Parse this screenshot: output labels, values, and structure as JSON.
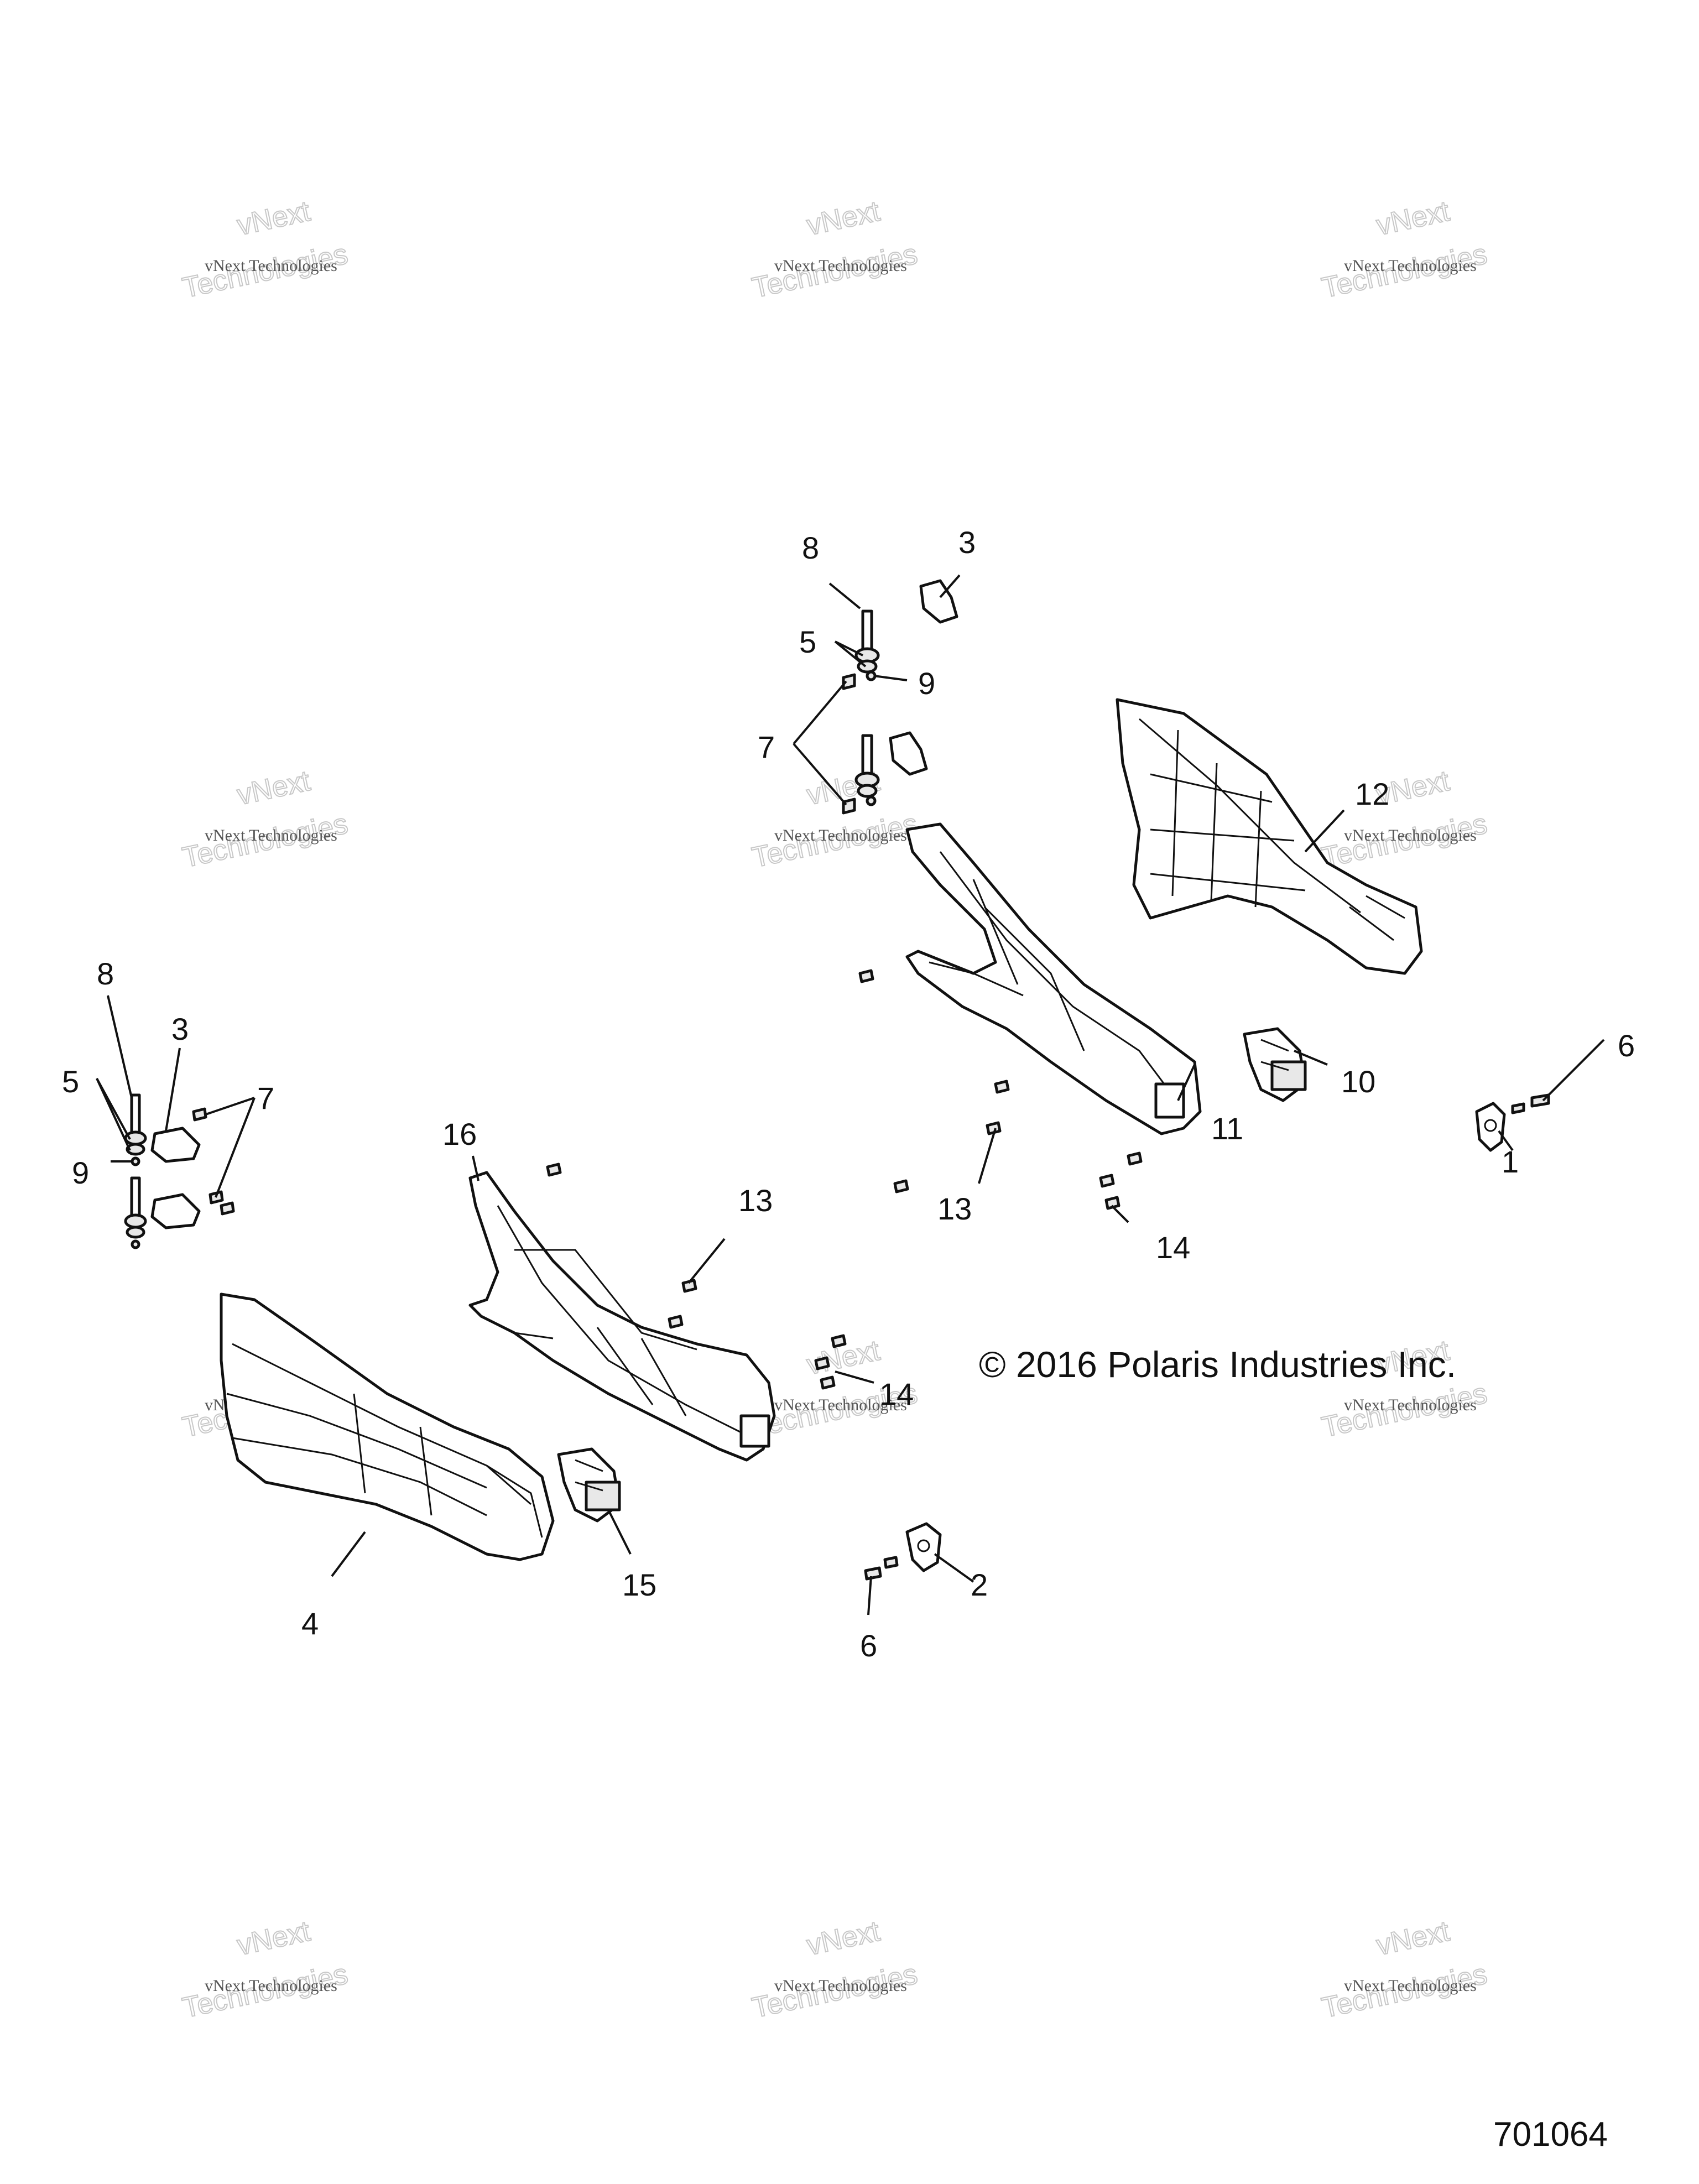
{
  "watermark": {
    "line1": "vNext Technologies",
    "line2": "vNext",
    "line3": "Technologies"
  },
  "copyright": "© 2016 Polaris Industries Inc.",
  "diagram_id": "701064",
  "callouts": {
    "c1": "1",
    "c2": "2",
    "c3_top": "3",
    "c3_left": "3",
    "c4": "4",
    "c5_top": "5",
    "c5_left": "5",
    "c6_right": "6",
    "c6_bottom": "6",
    "c7_top": "7",
    "c7_left": "7",
    "c8_top": "8",
    "c8_left": "8",
    "c9_top": "9",
    "c9_left": "9",
    "c10": "10",
    "c11": "11",
    "c12": "12",
    "c13_center": "13",
    "c13_right": "13",
    "c14_right": "14",
    "c14_center": "14",
    "c15": "15",
    "c16": "16"
  }
}
